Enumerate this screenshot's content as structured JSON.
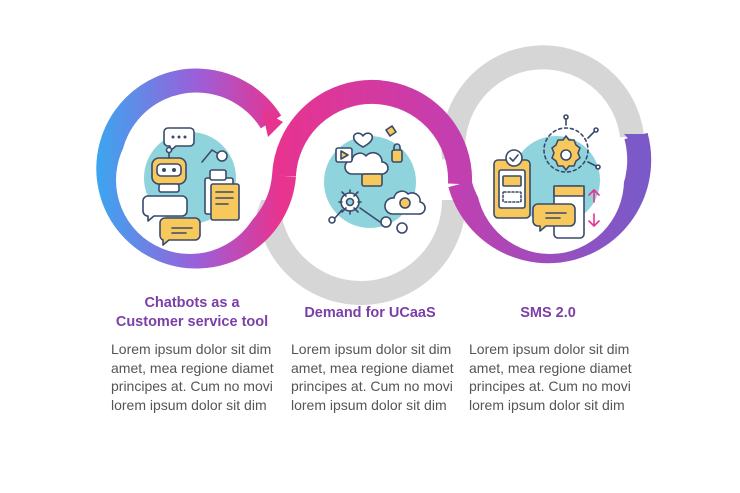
{
  "colors": {
    "gradient_blue": "#3aa7f0",
    "gradient_pink": "#e8338f",
    "gradient_purple": "#8a4cc9",
    "gray_ribbon": "#d6d6d6",
    "title_purple": "#7b3fa7",
    "body_gray": "#555555",
    "icon_teal": "#8fd3dd",
    "icon_yellow": "#f7c95d",
    "icon_outline": "#3a4a6b"
  },
  "steps": [
    {
      "icon": "chatbot-icon",
      "title_lines": [
        "Chatbots as a",
        "Customer service tool"
      ],
      "body_lines": [
        "Lorem ipsum dolor sit dim",
        "amet, mea regione diamet",
        "principes at. Cum no movi",
        "lorem ipsum dolor sit dim"
      ]
    },
    {
      "icon": "cloud-network-icon",
      "title_lines": [
        "Demand for UCaaS"
      ],
      "body_lines": [
        "Lorem ipsum dolor sit dim",
        "amet, mea regione diamet",
        "principes at. Cum no movi",
        "lorem ipsum dolor sit dim"
      ]
    },
    {
      "icon": "sms-phone-icon",
      "title_lines": [
        "SMS 2.0"
      ],
      "body_lines": [
        "Lorem ipsum dolor sit dim",
        "amet, mea regione diamet",
        "principes at. Cum no movi",
        "lorem ipsum dolor sit dim"
      ]
    }
  ]
}
